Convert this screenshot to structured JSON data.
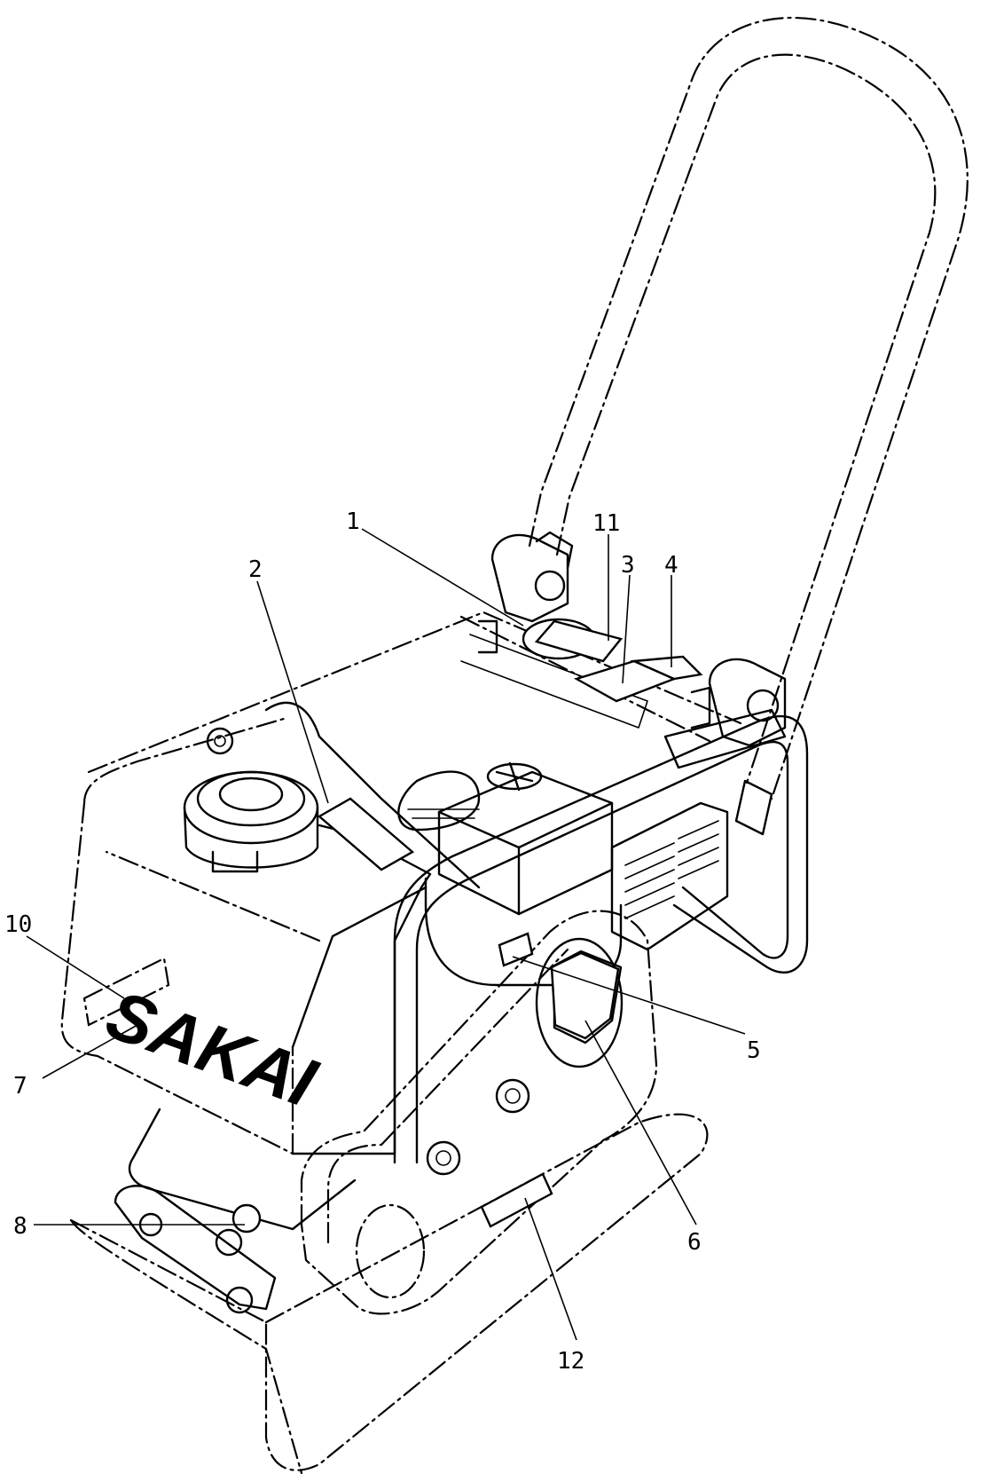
{
  "brand": {
    "logo_text": "SAKAI"
  },
  "callouts": [
    "1",
    "2",
    "3",
    "4",
    "5",
    "6",
    "7",
    "8",
    "10",
    "11",
    "12"
  ]
}
